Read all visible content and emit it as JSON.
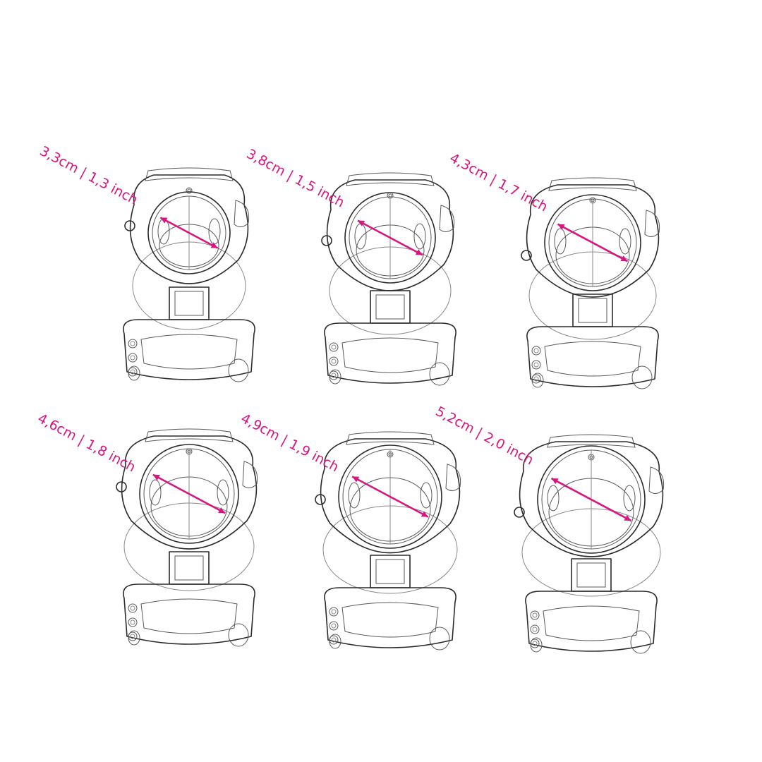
{
  "accent_color": "#d6177f",
  "line_color": "#2b2b2b",
  "rings": [
    {
      "size_label": "3,3cm | 1,3 inch",
      "diameter_cm": 3.3,
      "diameter_inch": 1.3
    },
    {
      "size_label": "3,8cm | 1,5 inch",
      "diameter_cm": 3.8,
      "diameter_inch": 1.5
    },
    {
      "size_label": "4,3cm | 1,7 inch",
      "diameter_cm": 4.3,
      "diameter_inch": 1.7
    },
    {
      "size_label": "4,6cm | 1,8 inch",
      "diameter_cm": 4.6,
      "diameter_inch": 1.8
    },
    {
      "size_label": "4,9cm | 1,9 inch",
      "diameter_cm": 4.9,
      "diameter_inch": 1.9
    },
    {
      "size_label": "5,2cm | 2,0 inch",
      "diameter_cm": 5.2,
      "diameter_inch": 2.0
    }
  ]
}
